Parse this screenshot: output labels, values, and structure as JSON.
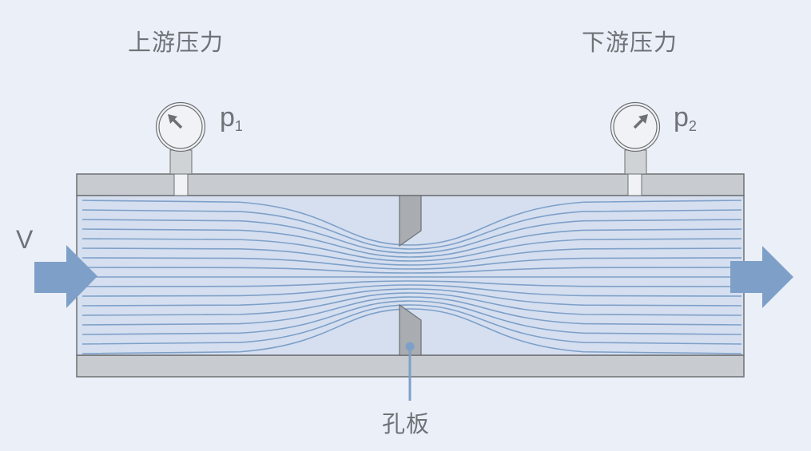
{
  "labels": {
    "upstream_pressure": "上游压力",
    "downstream_pressure": "下游压力",
    "p1_base": "p",
    "p1_sub": "1",
    "p2_base": "p",
    "p2_sub": "2",
    "velocity": "V",
    "orifice_plate": "孔板"
  },
  "colors": {
    "background": "#ebeff8",
    "pipe_wall": "#c8ccd0",
    "pipe_inner": "#d5dff0",
    "streamline": "#7ea0c8",
    "arrow": "#7ea0c8",
    "orifice": "#a9adb1",
    "outline": "#6e7174",
    "gauge_face": "#f0f2f5",
    "text": "#6f7377"
  },
  "icons": {
    "gauge_upstream": "pressure-gauge-icon",
    "gauge_downstream": "pressure-gauge-icon",
    "inlet_arrow": "arrow-right-icon",
    "outlet_arrow": "arrow-right-icon"
  },
  "streamlines": {
    "count": 17
  }
}
